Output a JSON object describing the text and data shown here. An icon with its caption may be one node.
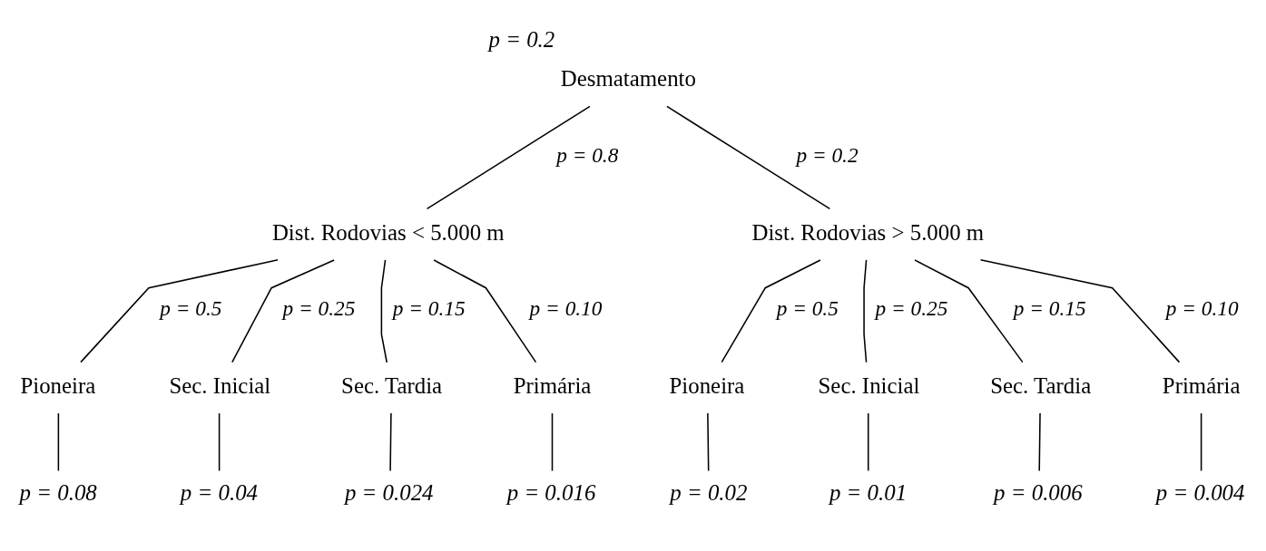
{
  "diagram": {
    "nodes": [
      {
        "text": [
          "Desmatamento"
        ],
        "beside": [
          "p = 0.2"
        ]
      },
      {
        "text": [
          "Dist. Rodovias < 5.000 m"
        ]
      },
      {
        "text": [
          "Dist. Rodovias > 5.000 m"
        ]
      },
      {
        "text": [
          "Pioneira"
        ]
      },
      {
        "text": [
          "Sec. Inicial"
        ]
      },
      {
        "text": [
          "Sec. Tardia"
        ]
      },
      {
        "text": [
          "Primária"
        ]
      },
      {
        "text": [
          "Pioneira"
        ]
      },
      {
        "text": [
          "Sec. Inicial"
        ]
      },
      {
        "text": [
          "Sec. Tardia"
        ]
      },
      {
        "text": [
          "Primária"
        ]
      },
      {
        "text": [
          "p = 0.08"
        ]
      },
      {
        "text": [
          "p = 0.04"
        ]
      },
      {
        "text": [
          "p = 0.024"
        ]
      },
      {
        "text": [
          "p = 0.016"
        ]
      },
      {
        "text": [
          "p = 0.02"
        ]
      },
      {
        "text": [
          "p = 0.01"
        ]
      },
      {
        "text": [
          "p = 0.006"
        ]
      },
      {
        "text": [
          "p = 0.004"
        ]
      }
    ],
    "edges": [
      {
        "from": 0,
        "to": 1,
        "arrow": "none",
        "label": "p = 0.8"
      },
      {
        "from": 0,
        "to": 2,
        "arrow": "none",
        "label": "p = 0.2"
      },
      {
        "from": 1,
        "to": 3,
        "arrow": "none",
        "label": "p = 0.5"
      },
      {
        "from": 1,
        "to": 4,
        "arrow": "none",
        "label": "p = 0.25"
      },
      {
        "from": 1,
        "to": 5,
        "arrow": "none",
        "label": "p = 0.15"
      },
      {
        "from": 1,
        "to": 6,
        "arrow": "none",
        "label": "p = 0.10"
      },
      {
        "from": 2,
        "to": 7,
        "arrow": "none",
        "label": "p = 0.5"
      },
      {
        "from": 2,
        "to": 8,
        "arrow": "none",
        "label": "p = 0.25"
      },
      {
        "from": 2,
        "to": 9,
        "arrow": "none",
        "label": "p = 0.15"
      },
      {
        "from": 2,
        "to": 10,
        "arrow": "none",
        "label": "p = 0.10"
      },
      {
        "from": 3,
        "to": 11,
        "arrow": "none"
      },
      {
        "from": 4,
        "to": 12,
        "arrow": "none"
      },
      {
        "from": 5,
        "to": 13,
        "arrow": "none"
      },
      {
        "from": 6,
        "to": 14,
        "arrow": "none"
      },
      {
        "from": 7,
        "to": 15,
        "arrow": "none"
      },
      {
        "from": 8,
        "to": 16,
        "arrow": "none"
      },
      {
        "from": 9,
        "to": 17,
        "arrow": "none"
      },
      {
        "from": 10,
        "to": 18,
        "arrow": "none"
      }
    ]
  }
}
